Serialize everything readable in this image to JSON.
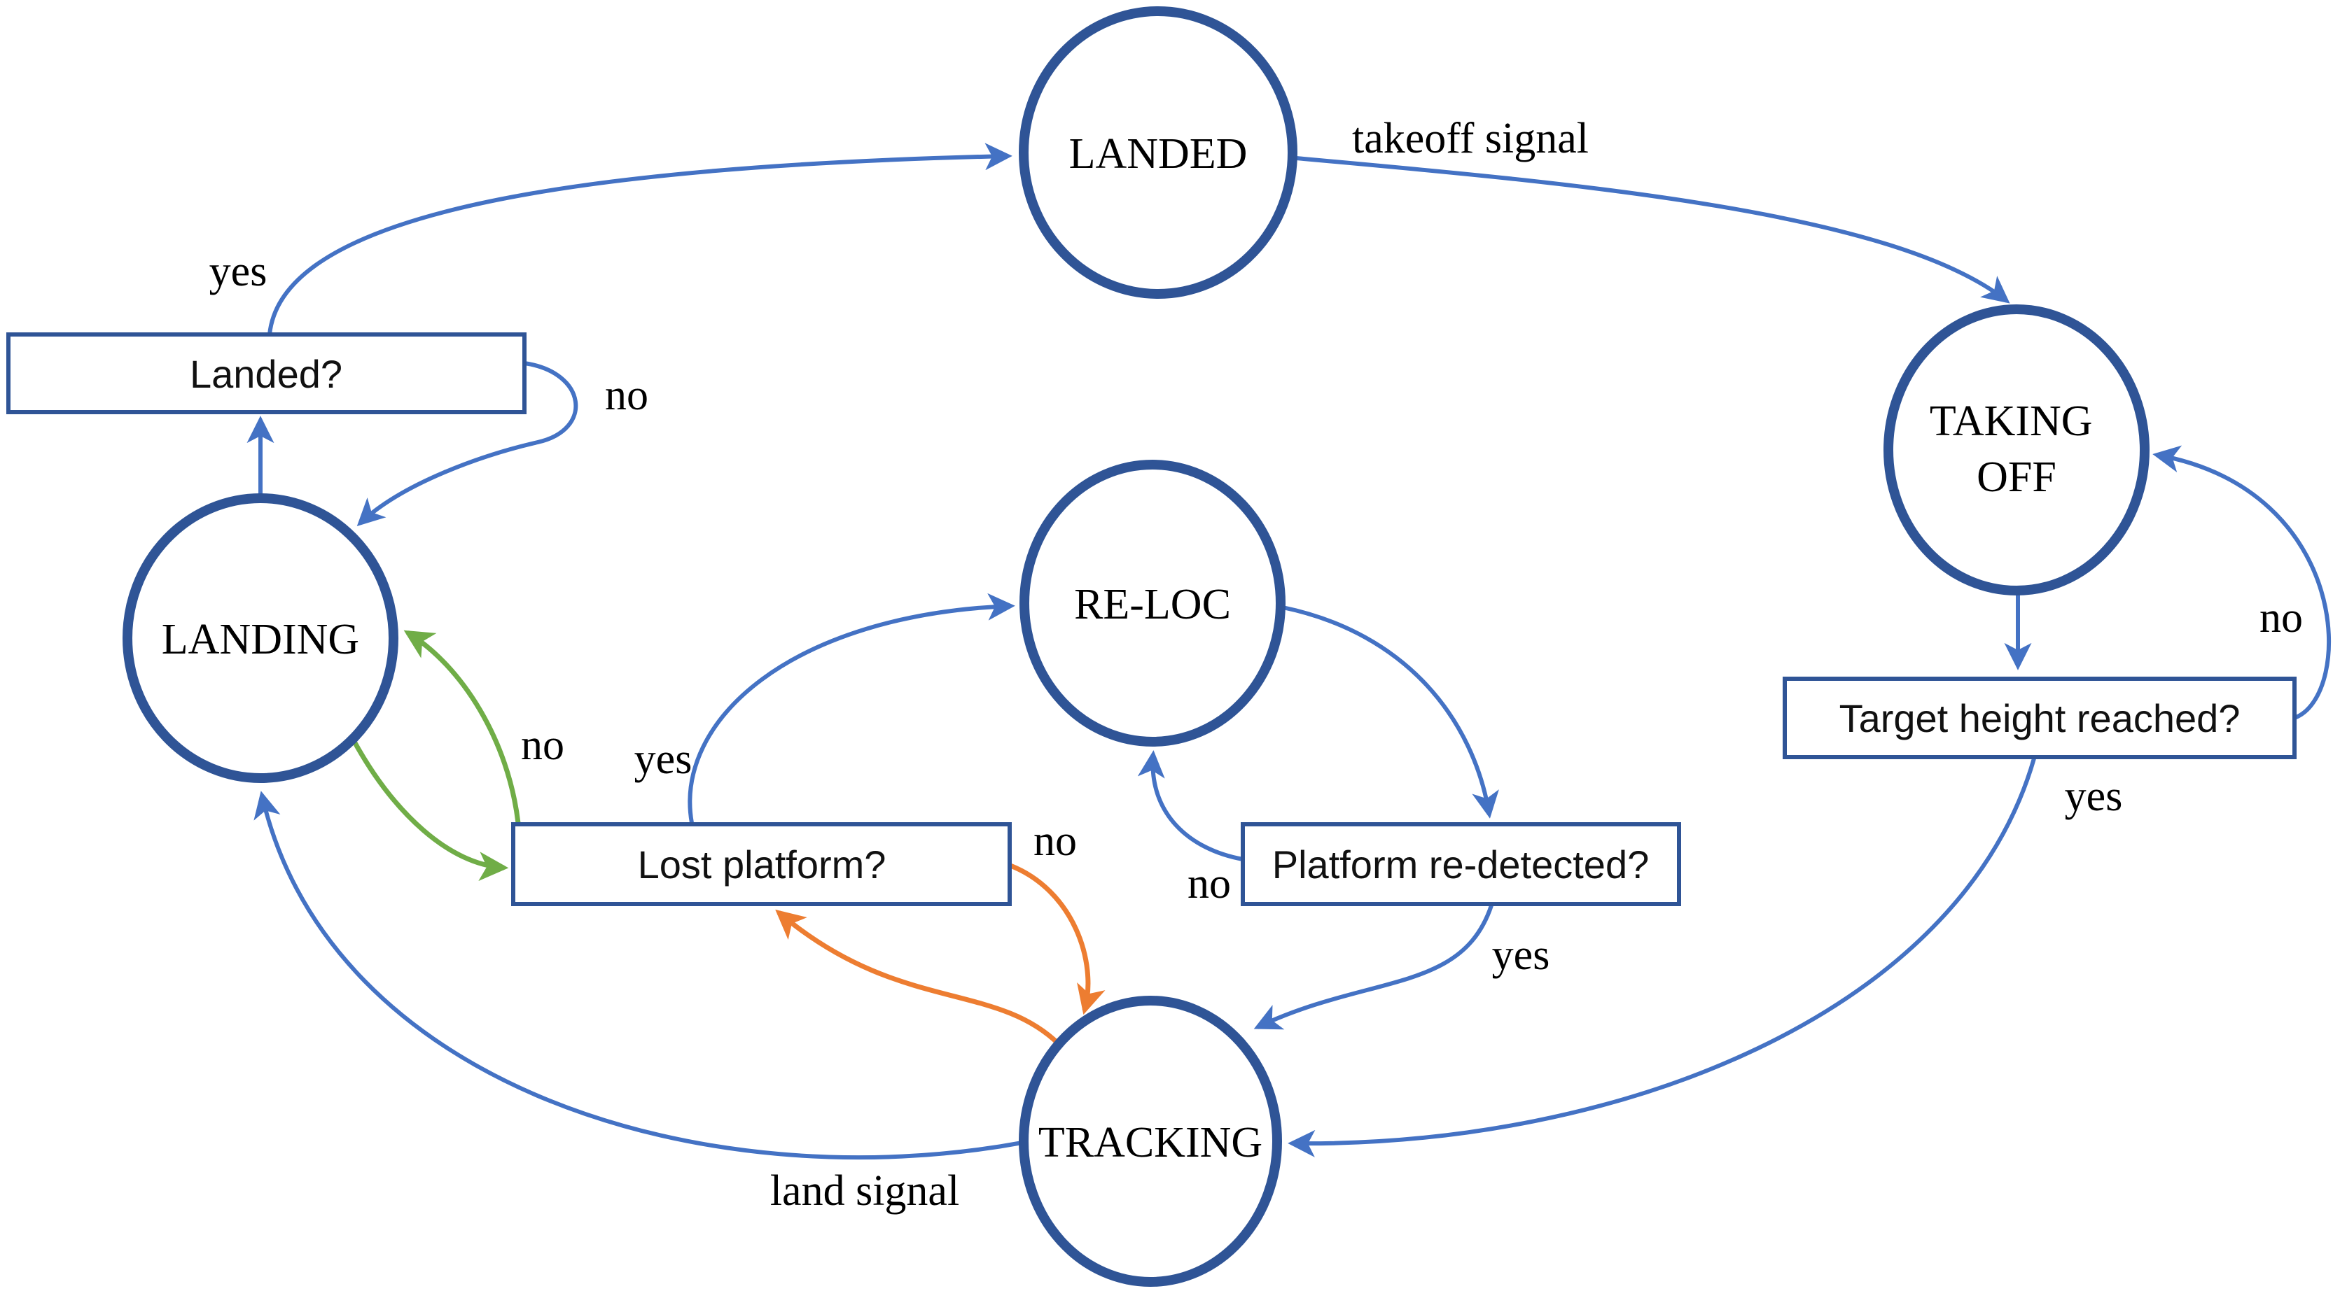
{
  "diagram": {
    "type": "state-machine-flowchart",
    "description_visible": false
  },
  "colors": {
    "state_stroke": "#2F5496",
    "decision_stroke": "#2F5496",
    "edge_blue": "#4472C4",
    "edge_green": "#70AD47",
    "edge_orange": "#ED7D31",
    "text": "#000000",
    "background": "#FFFFFF"
  },
  "states": [
    {
      "id": "landed",
      "label": "LANDED"
    },
    {
      "id": "taking-off",
      "label": "TAKING OFF",
      "line1": "TAKING",
      "line2": "OFF"
    },
    {
      "id": "landing",
      "label": "LANDING"
    },
    {
      "id": "re-loc",
      "label": "RE-LOC"
    },
    {
      "id": "tracking",
      "label": "TRACKING"
    }
  ],
  "decisions": [
    {
      "id": "landed-q",
      "label": "Landed?"
    },
    {
      "id": "target-height-q",
      "label": "Target height reached?"
    },
    {
      "id": "lost-platform-q",
      "label": "Lost platform?"
    },
    {
      "id": "platform-redetected-q",
      "label": "Platform re-detected?"
    }
  ],
  "edge_labels": {
    "takeoff_signal": "takeoff signal",
    "land_signal": "land signal",
    "landed_yes": "yes",
    "landed_no": "no",
    "lost_no_green": "no",
    "lost_yes": "yes",
    "lost_no_orange": "no",
    "redetected_no": "no",
    "redetected_yes": "yes",
    "target_no": "no",
    "target_yes": "yes"
  }
}
